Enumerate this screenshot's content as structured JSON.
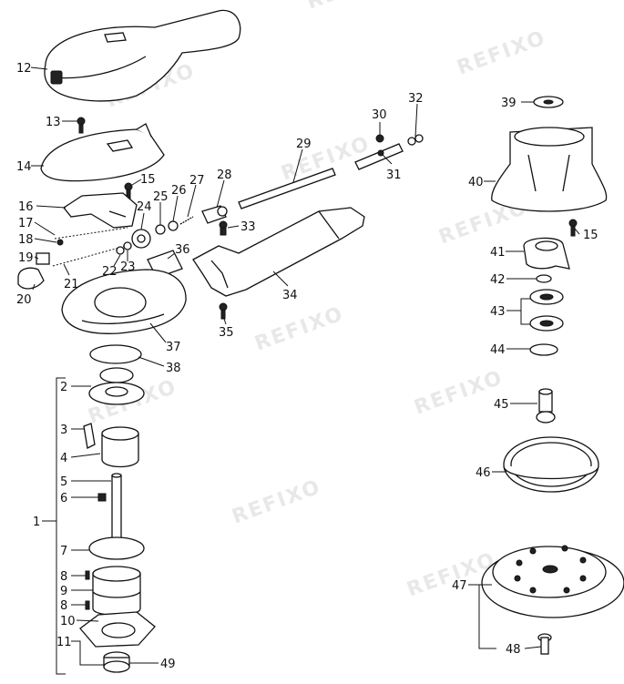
{
  "watermark": "REFIXO",
  "labels": {
    "n1": "1",
    "n2": "2",
    "n3": "3",
    "n4": "4",
    "n5": "5",
    "n6": "6",
    "n7": "7",
    "n8a": "8",
    "n8b": "8",
    "n9": "9",
    "n10": "10",
    "n11": "11",
    "n12": "12",
    "n13": "13",
    "n14": "14",
    "n15a": "15",
    "n15b": "15",
    "n16": "16",
    "n17": "17",
    "n18": "18",
    "n19": "19",
    "n20": "20",
    "n21": "21",
    "n22": "22",
    "n23": "23",
    "n24": "24",
    "n25": "25",
    "n26": "26",
    "n27": "27",
    "n28": "28",
    "n29": "29",
    "n30": "30",
    "n31": "31",
    "n32": "32",
    "n33": "33",
    "n34": "34",
    "n35": "35",
    "n36": "36",
    "n37": "37",
    "n38": "38",
    "n39": "39",
    "n40": "40",
    "n41": "41",
    "n42": "42",
    "n43": "43",
    "n44": "44",
    "n45": "45",
    "n46": "46",
    "n47": "47",
    "n48": "48",
    "n49": "49"
  }
}
